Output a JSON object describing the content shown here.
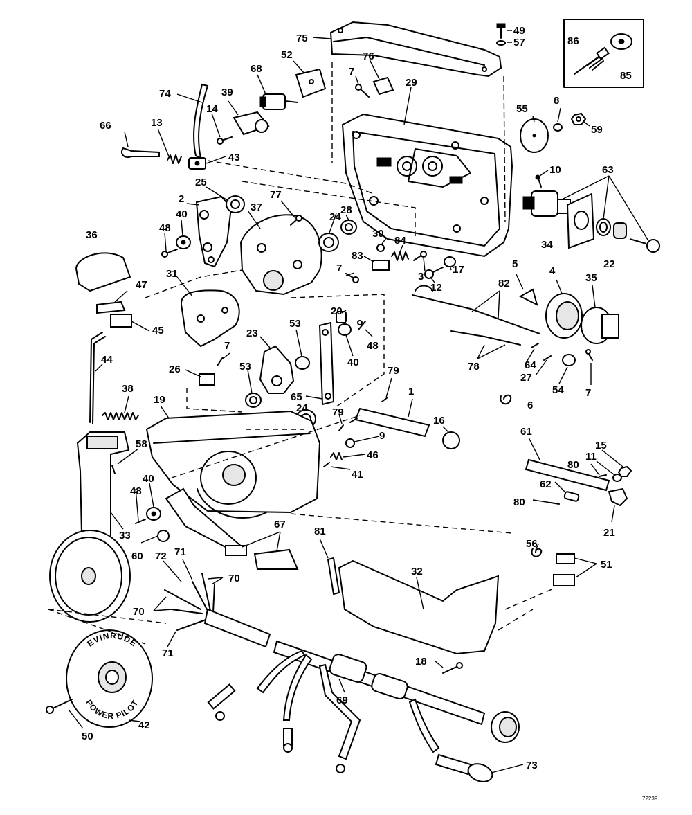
{
  "diagram": {
    "drawing_number": "72239",
    "wheel_brand_top": "EVINRUDE",
    "wheel_brand_bottom": "POWER PILOT",
    "callouts": [
      "1",
      "2",
      "3",
      "4",
      "5",
      "6",
      "7",
      "8",
      "9",
      "10",
      "11",
      "12",
      "13",
      "14",
      "15",
      "16",
      "17",
      "18",
      "19",
      "20",
      "21",
      "22",
      "23",
      "24",
      "25",
      "26",
      "27",
      "28",
      "29",
      "30",
      "31",
      "32",
      "33",
      "34",
      "35",
      "36",
      "37",
      "38",
      "39",
      "40",
      "41",
      "42",
      "43",
      "44",
      "45",
      "46",
      "47",
      "48",
      "49",
      "50",
      "51",
      "52",
      "53",
      "54",
      "55",
      "56",
      "57",
      "58",
      "59",
      "60",
      "61",
      "62",
      "63",
      "64",
      "65",
      "66",
      "67",
      "68",
      "69",
      "70",
      "71",
      "72",
      "73",
      "74",
      "75",
      "76",
      "77",
      "78",
      "79",
      "80",
      "81",
      "82",
      "83",
      "84",
      "85",
      "86"
    ]
  }
}
